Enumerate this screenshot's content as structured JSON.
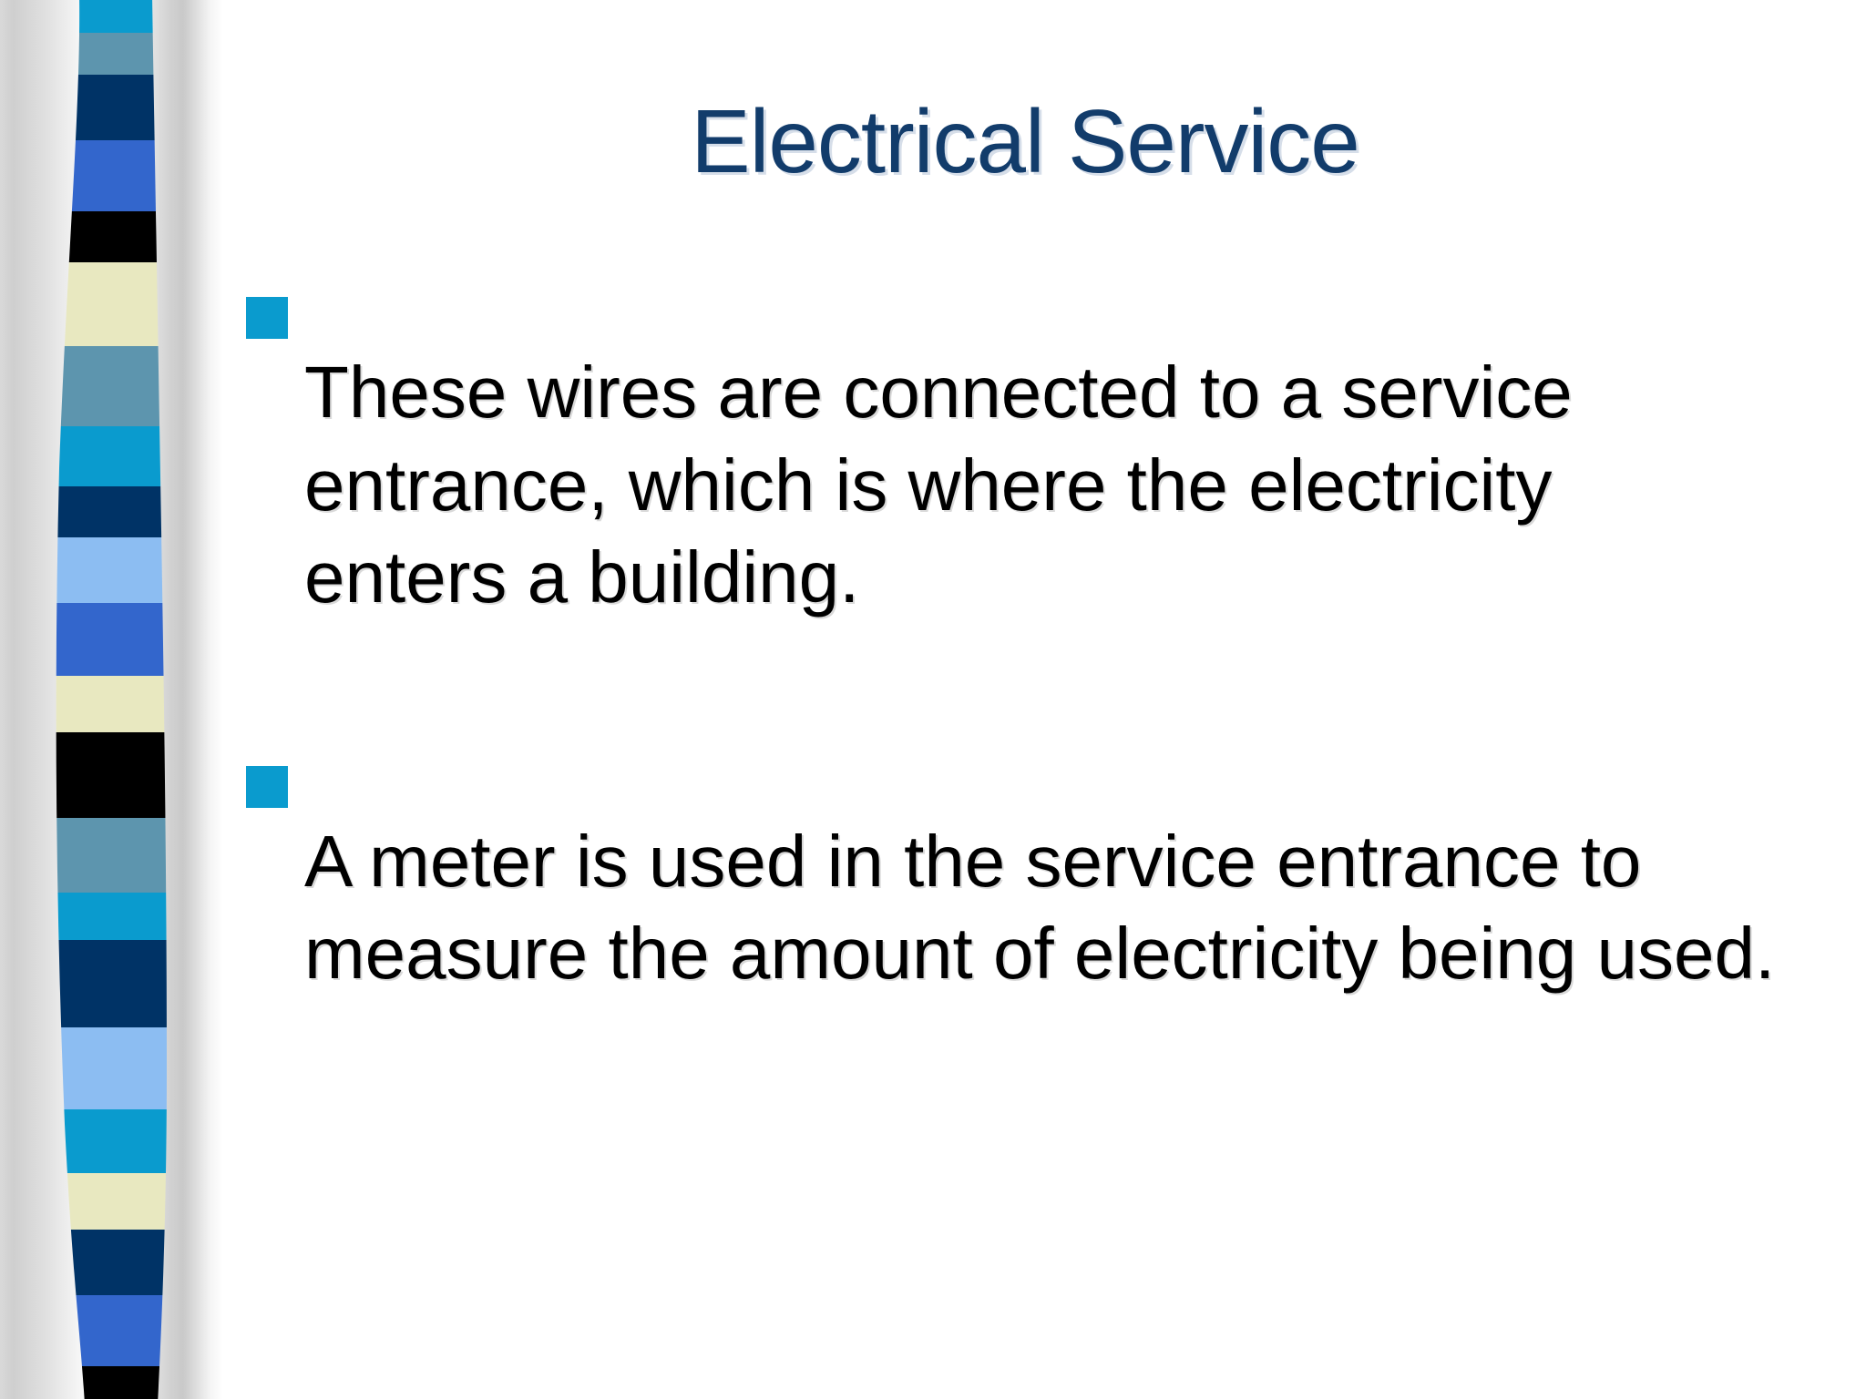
{
  "slide": {
    "title": "Electrical Service",
    "title_color": "#123C6B",
    "background_color": "#FFFFFF",
    "body_text_color": "#000000",
    "bullet_marker_color": "#0A9BCE",
    "bullets": [
      {
        "marker": "square-bullet-icon",
        "text": "These wires are connected to a service entrance, which is where the electricity enters a building."
      },
      {
        "marker": "square-bullet-icon",
        "text": "A meter is used in the service entrance to measure the amount of electricity being used."
      }
    ]
  },
  "decoration": {
    "name": "striped-vertical-band",
    "shadow_color": "#CFCFCF",
    "stripe_colors": [
      "#0A9BCE",
      "#5D95AE",
      "#003366",
      "#3366CC",
      "#000000",
      "#E8E8C0",
      "#5D95AE",
      "#0A9BCE",
      "#003366",
      "#8CBDF2",
      "#3366CC",
      "#E8E8C0",
      "#000000",
      "#5D95AE",
      "#0A9BCE",
      "#003366",
      "#8CBDF2",
      "#0A9BCE",
      "#E8E8C0",
      "#003366",
      "#3366CC",
      "#000000"
    ]
  }
}
